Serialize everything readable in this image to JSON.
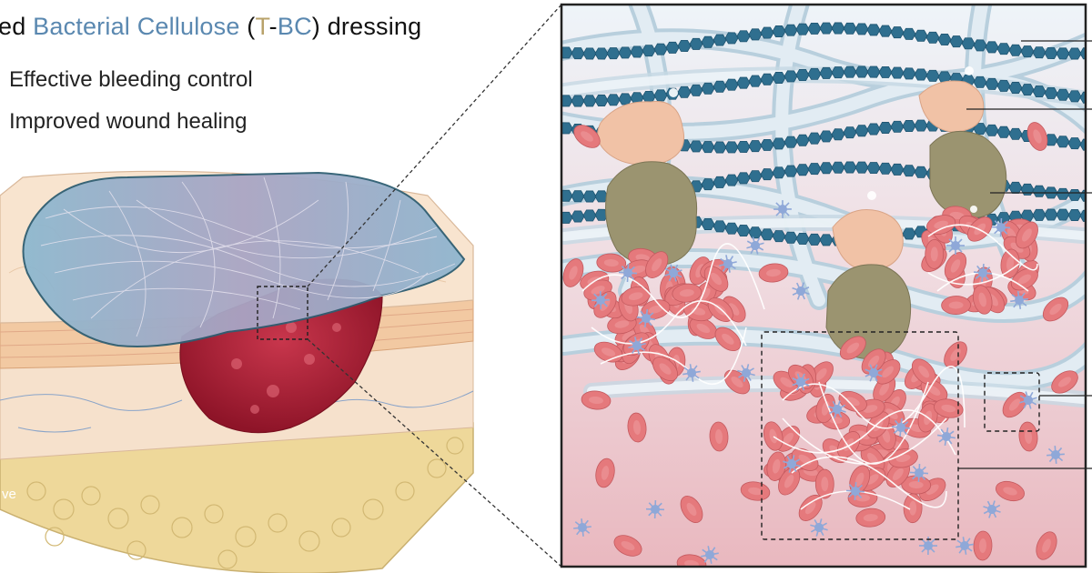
{
  "title": {
    "prefix": "ed ",
    "bacterial": "Bacterial Cellulose",
    "paren_open": " (",
    "t": "T",
    "dash": "-",
    "bc": "BC",
    "paren_close": ")",
    "suffix": " dressing"
  },
  "bullets": [
    "Effective bleeding control",
    "Improved wound healing"
  ],
  "tissue_label": "ve",
  "colors": {
    "bacterial_text": "#5a88b0",
    "t_text": "#b8a26a",
    "dressing_fill": "#8fb3c9",
    "blood_clot": "#b3203a",
    "rbc": "#e5797c",
    "platelet": "#8fa8d8",
    "cellulose_fiber": "#d7e4ee",
    "thrombin_hexagon": "#2f6f8f",
    "fibrin": "#ffffff",
    "protein_pink": "#f1c2a6",
    "protein_olive": "#9b9470",
    "skin": "#f6dfc8",
    "fat": "#eed89a",
    "panel_border": "#222222"
  }
}
